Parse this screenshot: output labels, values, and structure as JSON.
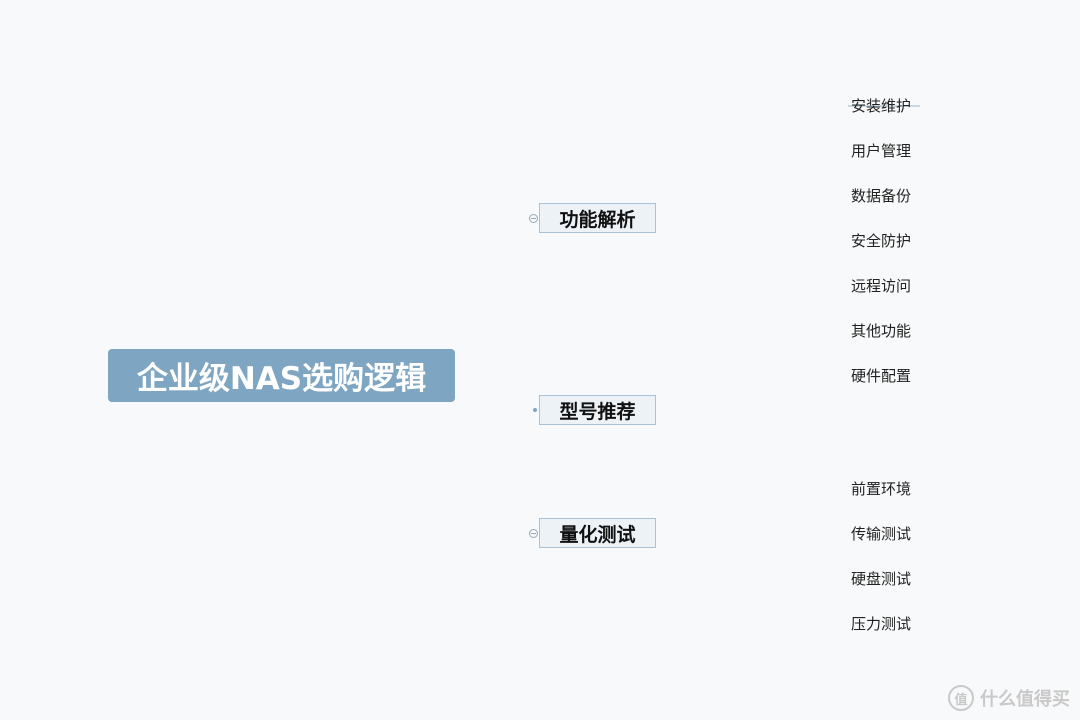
{
  "root": {
    "label": "企业级NAS选购逻辑"
  },
  "branches": [
    {
      "label": "功能解析",
      "children": [
        "安装维护",
        "用户管理",
        "数据备份",
        "安全防护",
        "远程访问",
        "其他功能",
        "硬件配置"
      ]
    },
    {
      "label": "型号推荐",
      "children": []
    },
    {
      "label": "量化测试",
      "children": [
        "前置环境",
        "传输测试",
        "硬盘测试",
        "压力测试"
      ]
    }
  ],
  "watermark": {
    "text": "什么值得买",
    "icon": "zhi-logo-icon",
    "icon_glyph": "值"
  },
  "colors": {
    "root_bg": "#7ea6c3",
    "line": "#9bb8cc",
    "branch_bg": "#edf2f7",
    "branch_border": "#a9c2d6"
  }
}
